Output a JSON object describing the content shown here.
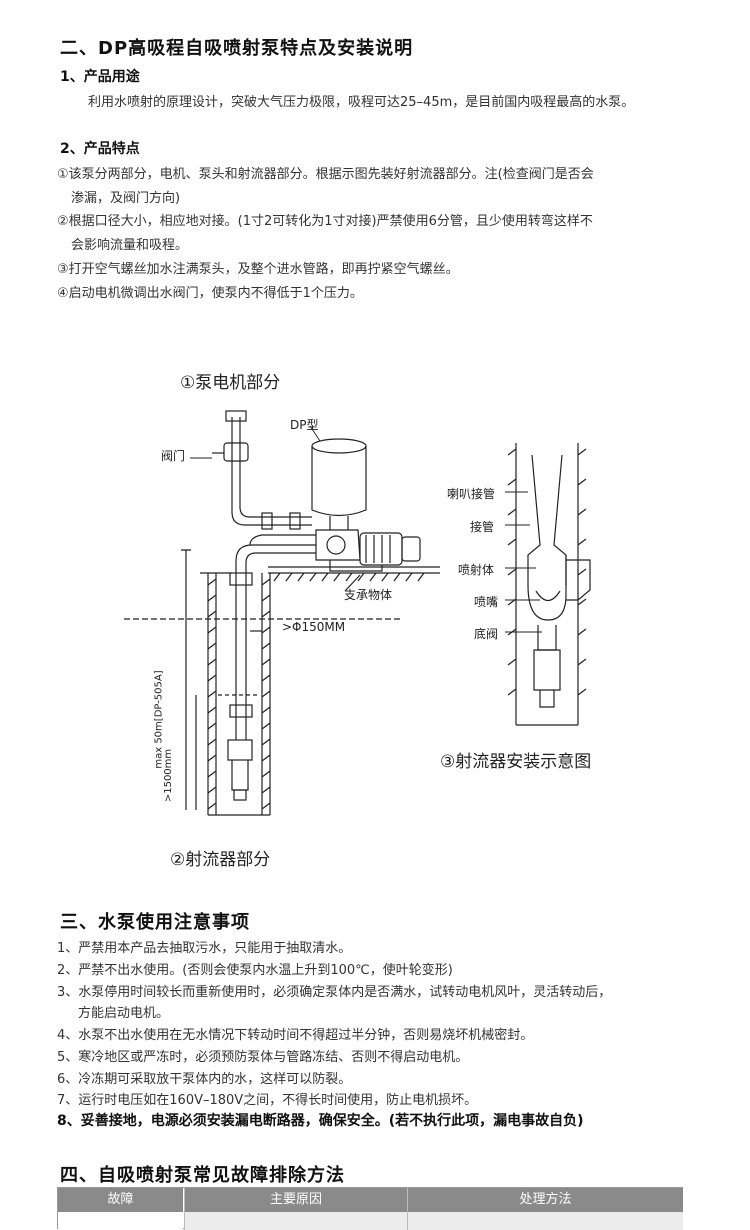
{
  "section2": {
    "title": "二、DP高吸程自吸喷射泵特点及安装说明",
    "use_heading": "1、产品用途",
    "use_text": "利用水喷射的原理设计，突破大气压力极限，吸程可达25–45m，是目前国内吸程最高的水泵。",
    "features_heading": "2、产品特点",
    "features": [
      {
        "line1": "①该泵分两部分，电机、泵头和射流器部分。根据示图先装好射流器部分。注(检查阀门是否会",
        "line2": "渗漏，及阀门方向)"
      },
      {
        "line1": "②根据口径大小，相应地对接。(1寸2可转化为1寸对接)严禁使用6分管，且少使用转弯这样不",
        "line2": "会影响流量和吸程。"
      },
      {
        "line1": "③打开空气螺丝加水注满泵头，及整个进水管路，即再拧紧空气螺丝。",
        "line2": ""
      },
      {
        "line1": "④启动电机微调出水阀门，使泵内不得低于1个压力。",
        "line2": ""
      }
    ]
  },
  "figure": {
    "caption1": "①泵电机部分",
    "caption2": "②射流器部分",
    "caption3": "③射流器安装示意图",
    "label_dp": "DP型",
    "label_valve": "阀门",
    "label_support": "支承物体",
    "label_diameter": ">Φ150MM",
    "label_max": "max 50m[DP-505A]",
    "label_min": ">1500mm",
    "jet_labels": [
      "喇叭接管",
      "接管",
      "喷射体",
      "喷嘴",
      "底阀"
    ]
  },
  "section3": {
    "title": "三、水泵使用注意事项",
    "items": [
      {
        "line1": "1、严禁用本产品去抽取污水，只能用于抽取清水。",
        "line2": ""
      },
      {
        "line1": "2、严禁不出水使用。(否则会使泵内水温上升到100℃，使叶轮变形)",
        "line2": ""
      },
      {
        "line1": "3、水泵停用时间较长而重新使用时，必须确定泵体内是否满水，试转动电机风叶，灵活转动后，",
        "line2": "方能启动电机。"
      },
      {
        "line1": "4、水泵不出水使用在无水情况下转动时间不得超过半分钟，否则易烧坏机械密封。",
        "line2": ""
      },
      {
        "line1": "5、寒冷地区或严冻时，必须预防泵体与管路冻结、否则不得启动电机。",
        "line2": ""
      },
      {
        "line1": "6、冷冻期可采取放干泵体内的水，这样可以防裂。",
        "line2": ""
      },
      {
        "line1": "7、运行时电压如在160V–180V之间，不得长时间使用，防止电机损坏。",
        "line2": ""
      }
    ],
    "warning": "8、妥善接地，电源必须安装漏电断路器，确保安全。(若不执行此项，漏电事故自负)"
  },
  "section4": {
    "title": "四、自吸喷射泵常见故障排除方法",
    "table_headers": [
      "故障",
      "主要原因",
      "处理方法"
    ]
  }
}
